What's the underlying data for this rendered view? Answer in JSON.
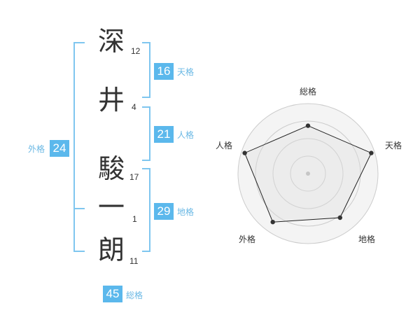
{
  "name_chars": [
    {
      "char": "深",
      "strokes": "12"
    },
    {
      "char": "井",
      "strokes": "4"
    },
    {
      "char": "駿",
      "strokes": "17"
    },
    {
      "char": "一",
      "strokes": "1"
    },
    {
      "char": "朗",
      "strokes": "11"
    }
  ],
  "kakusu": {
    "tenkaku": {
      "value": "16",
      "label": "天格"
    },
    "jinkaku": {
      "value": "21",
      "label": "人格"
    },
    "chikaku": {
      "value": "29",
      "label": "地格"
    },
    "gaikaku": {
      "value": "24",
      "label": "外格"
    },
    "soukaku": {
      "value": "45",
      "label": "総格"
    }
  },
  "colors": {
    "accent": "#5bb8ec",
    "bracket": "#7fc6ef",
    "text": "#333333"
  },
  "chart_data": {
    "type": "radar",
    "axes": [
      "総格",
      "天格",
      "地格",
      "外格",
      "人格"
    ],
    "scale_rings": 4,
    "values_fraction": [
      0.72,
      1.0,
      0.82,
      0.9,
      1.0
    ]
  }
}
